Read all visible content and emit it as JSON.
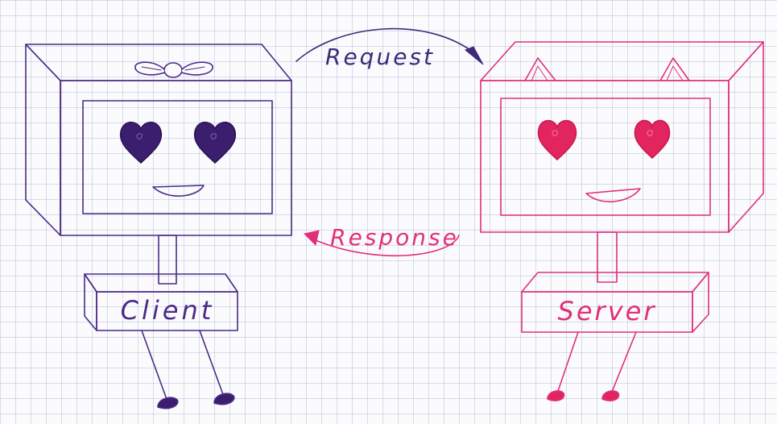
{
  "client": {
    "label": "Client",
    "color": "#4b2a86"
  },
  "server": {
    "label": "Server",
    "color": "#e0307a"
  },
  "request": {
    "label": "Request",
    "color": "#3d2b7a"
  },
  "response": {
    "label": "Response",
    "color": "#e0307a"
  }
}
